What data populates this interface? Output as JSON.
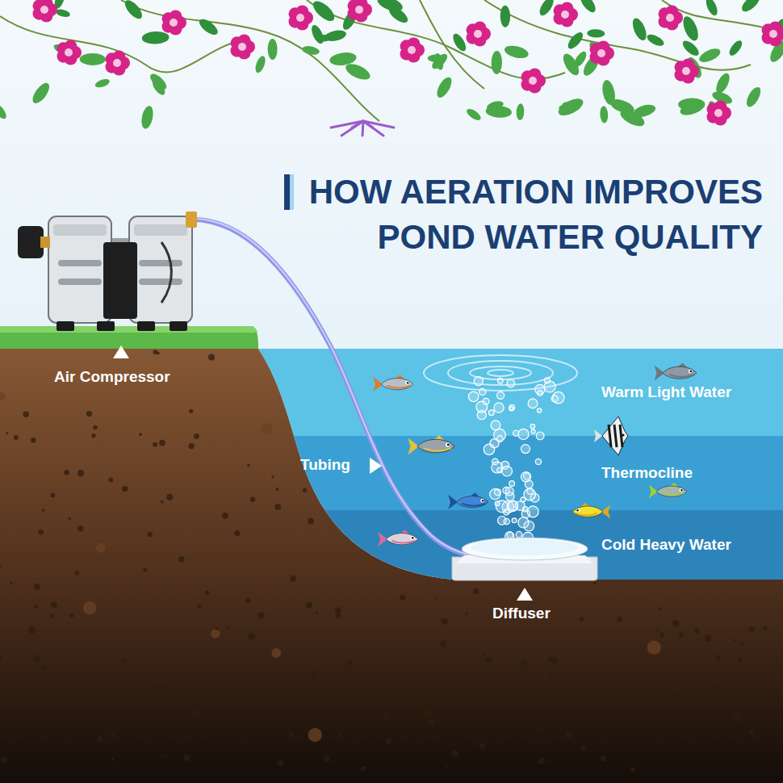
{
  "diagram": {
    "title": "HOW AERATION IMPROVES POND WATER QUALITY",
    "nodes": [
      {
        "text": [
          "Warm Light Water"
        ]
      },
      {
        "text": [
          "Thermocline"
        ]
      },
      {
        "text": [
          "Cold Heavy Water"
        ]
      }
    ],
    "labels": [
      "Air Compressor",
      "Tubing",
      "Diffuser"
    ]
  }
}
